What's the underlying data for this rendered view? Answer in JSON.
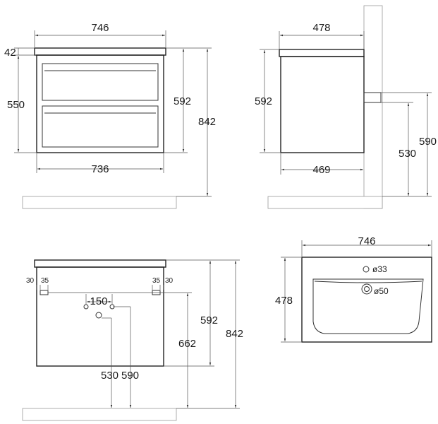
{
  "views": {
    "front": {
      "width_top": "746",
      "width_bottom": "736",
      "top_thickness": "42",
      "drawer_height": "550",
      "body_height": "592",
      "total_height": "842"
    },
    "side": {
      "depth_top": "478",
      "depth_bottom": "469",
      "body_height": "592",
      "drain_height_low": "530",
      "drain_height_high": "590"
    },
    "rear": {
      "edge_left_outer": "30",
      "edge_left_inner": "35",
      "edge_right_inner": "35",
      "edge_right_outer": "30",
      "hole_spacing": "150",
      "body_height": "592",
      "mount_height": "662",
      "total_height": "842",
      "drain_low": "530",
      "drain_high": "590"
    },
    "top": {
      "width": "746",
      "depth": "478",
      "tap_hole": "ø33",
      "drain_hole": "ø50"
    }
  }
}
